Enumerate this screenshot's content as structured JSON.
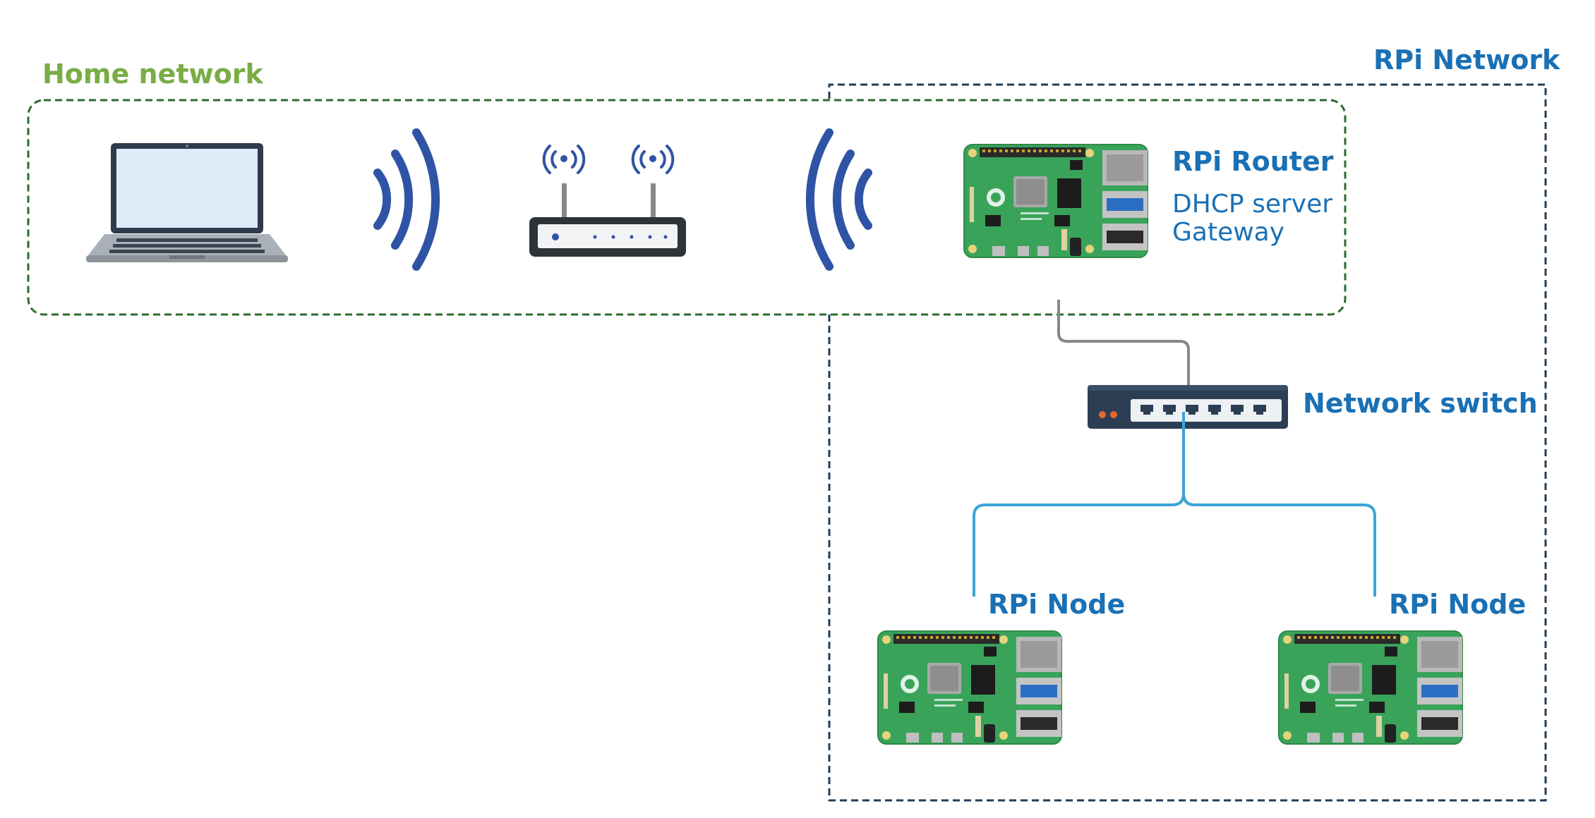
{
  "home_network": {
    "label": "Home network",
    "color": "#79ad45",
    "border_color": "#2b6b2e"
  },
  "rpi_network": {
    "label": "RPi Network",
    "color": "#1a70b5",
    "border_color": "#1f3d5a"
  },
  "router": {
    "name": "RPi Router",
    "roles": [
      "DHCP server",
      "Gateway"
    ]
  },
  "switch": {
    "name": "Network switch"
  },
  "nodes": [
    {
      "name": "RPi Node"
    },
    {
      "name": "RPi Node"
    }
  ],
  "devices": {
    "laptop": {
      "icon": "laptop-icon"
    },
    "wifi_router": {
      "icon": "wifi-router-icon"
    },
    "waves": [
      "wifi-waves-right-icon",
      "wifi-waves-left-icon"
    ]
  },
  "colors": {
    "label_blue": "#1a70b5",
    "wave_blue": "#2f54a5",
    "cable_gray": "#888888",
    "cable_blue": "#3ba6d6",
    "board_green": "#3aa35a"
  }
}
